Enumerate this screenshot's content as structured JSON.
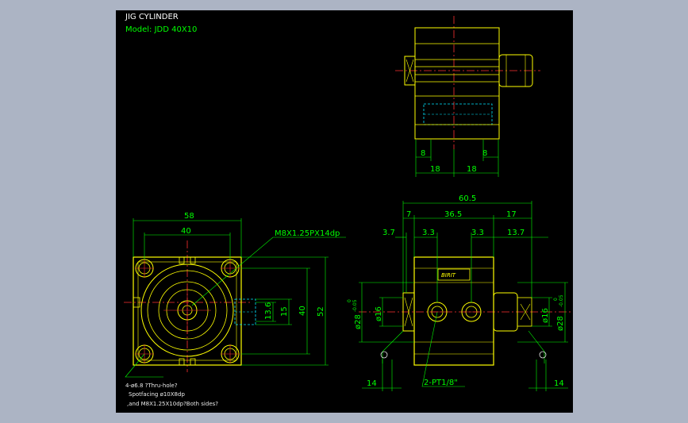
{
  "title": {
    "line1": "JIG CYLINDER",
    "line2": "Model:  JDD  40X10"
  },
  "colors": {
    "background": "#000000",
    "frame": "#acb4c4",
    "part": "#ffff00",
    "dim": "#00ff00",
    "center": "#ff3030",
    "hidden": "#00e5ff",
    "text": "#ffffff"
  },
  "front_view": {
    "dims": {
      "width_58": "58",
      "width_40": "40",
      "h_52": "52",
      "h_40": "40",
      "h_15": "15",
      "h_13_6": "13.6"
    },
    "thread_label": "M8X1.25PX14dp",
    "note": {
      "line1": "4-ø6.8  ?Thru-hole?",
      "line2": "Spotfacing  ø10X8dp",
      "line3": ",and M8X1.25X10dp?Both sides?"
    }
  },
  "top_view": {
    "dims": {
      "d8_left": "8",
      "d8_right": "8",
      "d18_left": "18",
      "d18_right": "18"
    }
  },
  "side_view": {
    "dims": {
      "total": "60.5",
      "left_7": "7",
      "mid_36_5": "36.5",
      "right_17": "17",
      "left_3_7": "3.7",
      "left_3_3": "3.3",
      "right_3_3": "3.3",
      "right_13_7": "13.7",
      "dia16_left": "ø16",
      "dia28_left": "ø28",
      "tol_left_top": "0",
      "tol_left_bot": "-0.05",
      "dia16_right": "ø16",
      "dia28_right": "ø28",
      "tol_right_top": "0",
      "tol_right_bot": "-0.05",
      "dim14_left": "14",
      "dim14_right": "14"
    },
    "port_label": "2-PT1/8\"",
    "plate_label": "BIRIT"
  }
}
